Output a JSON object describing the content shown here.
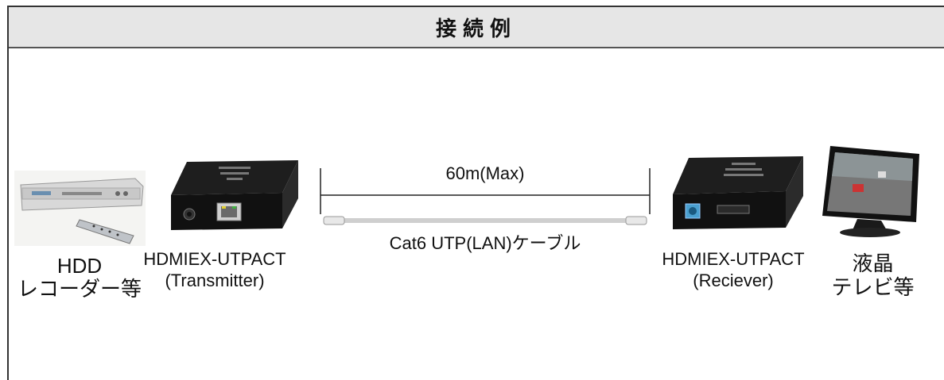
{
  "header": {
    "title": "接続例"
  },
  "devices": {
    "source": {
      "line1": "HDD",
      "line2": "レコーダー等"
    },
    "transmitter": {
      "model": "HDMIEX-UTPACT",
      "role": "(Transmitter)"
    },
    "receiver": {
      "model": "HDMIEX-UTPACT",
      "role": "(Reciever)"
    },
    "display": {
      "line1": "液晶",
      "line2": "テレビ等"
    }
  },
  "cable": {
    "distance": "60m(Max)",
    "type": "Cat6 UTP(LAN)ケーブル"
  }
}
